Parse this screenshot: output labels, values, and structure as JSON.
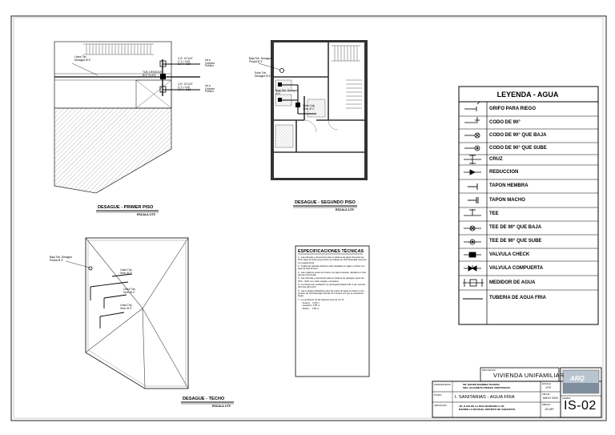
{
  "legend": {
    "title": "LEYENDA - AGUA",
    "items": [
      {
        "label": "GRIFO PARA RIEGO",
        "icon": "hose-bibb-symbol"
      },
      {
        "label": "CODO DE 90°",
        "icon": "elbow-90-symbol"
      },
      {
        "label": "CODO DE 90° QUE BAJA",
        "icon": "elbow-90-down-symbol"
      },
      {
        "label": "CODO DE 90° QUE SUBE",
        "icon": "elbow-90-up-symbol"
      },
      {
        "label": "CRUZ",
        "icon": "cross-symbol"
      },
      {
        "label": "REDUCCION",
        "icon": "reducer-symbol"
      },
      {
        "label": "TAPON HEMBRA",
        "icon": "female-cap-symbol"
      },
      {
        "label": "TAPON MACHO",
        "icon": "male-cap-symbol"
      },
      {
        "label": "TEE",
        "icon": "tee-symbol"
      },
      {
        "label": "TEE DE 90° QUE BAJA",
        "icon": "tee-down-symbol"
      },
      {
        "label": "TEE DE 90° QUE SUBE",
        "icon": "tee-up-symbol"
      },
      {
        "label": "VALVULA CHECK",
        "icon": "check-valve-symbol"
      },
      {
        "label": "VALVULA COMPUERTA",
        "icon": "gate-valve-symbol"
      },
      {
        "label": "MEDIDOR DE AGUA",
        "icon": "water-meter-symbol"
      },
      {
        "label": "TUBERIA DE AGUA FRIA",
        "icon": "cold-water-pipe-symbol"
      }
    ]
  },
  "drawings": {
    "first_floor": {
      "title": "DESAGUE - PRIMER PISO",
      "scale": "ESCALA 1/75"
    },
    "second_floor": {
      "title": "DESAGUE - SEGUNDO PISO",
      "scale": "ESCALA 1/75"
    },
    "roof": {
      "title": "DESAGUE - TECHO",
      "scale": "ESCALA 1/75"
    }
  },
  "annotations": {
    "first_floor": {
      "a1": "Linea Tub.",
      "a2": "Desague Ø 4\"",
      "b1": "C.R. 12\"x24\"",
      "b2": "C.T.= 0.00",
      "b3": "C.F.= -0.60",
      "c1": "Va a",
      "c2": "Colector",
      "c3": "Publico",
      "d1": "TUB. DESAGUE",
      "d2": "Ø 4\" S=1%",
      "e1": "C.R. 12\"x24\"",
      "e2": "C.T.= 0.00",
      "e3": "C.F.= -0.60",
      "f1": "Va a",
      "f2": "Colector",
      "f3": "Publico"
    },
    "second_floor": {
      "a1": "Baja Tub. Desague",
      "a2": "Pluvial Ø 3\"",
      "b1": "Sube Tub.",
      "b2": "Desague Ø 4\"",
      "c1": "Baja Tub. Desague",
      "c2": "Ø 4\"",
      "d1": "Sube Cab.",
      "d2": "Vent. Ø 2\""
    },
    "roof": {
      "a1": "Baja Tub. Desague",
      "a2": "Pluvial Ø 3\"",
      "b1": "Linea Tub.",
      "b2": "Vent. Ø 2\"",
      "c1": "Linea Tub.",
      "c2": "Vent. Ø 2\"",
      "d1": "Linea Tub.",
      "d2": "Vent. Ø 2\""
    }
  },
  "specs": {
    "title": "ESPECIFICACIONES TÉCNICAS",
    "items": [
      "1.- Las tuberias y accesorios para el sistema de agua fria seran de PVC clase 10 para una presion de trabajo de 150 Lbs/pulg2 (uniones con pegamento).",
      "2.- Todas las valvulas deberan estar alojadas en cajas o nichos con tapa de fácil acceso.",
      "3.- Las registros seran de bronce con tapa roscada, ubicados a nivel del piso terminado.",
      "4.- Las tuberias y accesorios para el sistema de desague seran de PVC - SAP, con unión espiga y campana.",
      "5.- La tubería de ventilación se prolongará hasta 0.30 m por encima del nivel del techo.",
      "6.- Las pruebas hidráulicas para las redes de agua se harán a una presión de 100 lbs/pulg2 durante 30 minutos sin que se presenten fugas.",
      "7.- La pendiente de las tuberías será de 1.0 %."
    ],
    "table": [
      [
        "- Inodoro",
        "0.40 m"
      ],
      [
        "- Lavatorio",
        "0.55 m"
      ],
      [
        "- Ducha",
        "1.80 m"
      ]
    ]
  },
  "title_block": {
    "project_label": "PROYECTO",
    "project": "VIVIENDA UNIFAMILIAR",
    "owner_label": "PROPIETARIOS",
    "owners": [
      "SR. EDGER RAMIREZ PACEDO",
      "SRA. ELIZABETH PINEDA VERÁSTEGUI"
    ],
    "sheet_label": "PLANO",
    "sheet": "I. SANITARIAS - AGUA FRIA",
    "location_label": "UBICACION",
    "location": [
      "JR. JUAN DE LA RIVA MANZANO C-05,",
      "BARRIO LA NOVIGIA, DISTRITO DE TARAPOTO."
    ],
    "scale_label": "ESCALA",
    "scale": "1/75",
    "date_label": "FECHA",
    "date": "MAYO 2020",
    "drawn_label": "DIBUJO",
    "drawn": "JCCHP",
    "sheet_no_label": "LAMINA",
    "sheet_no": "IS-02",
    "logo_text": "ARQ"
  }
}
